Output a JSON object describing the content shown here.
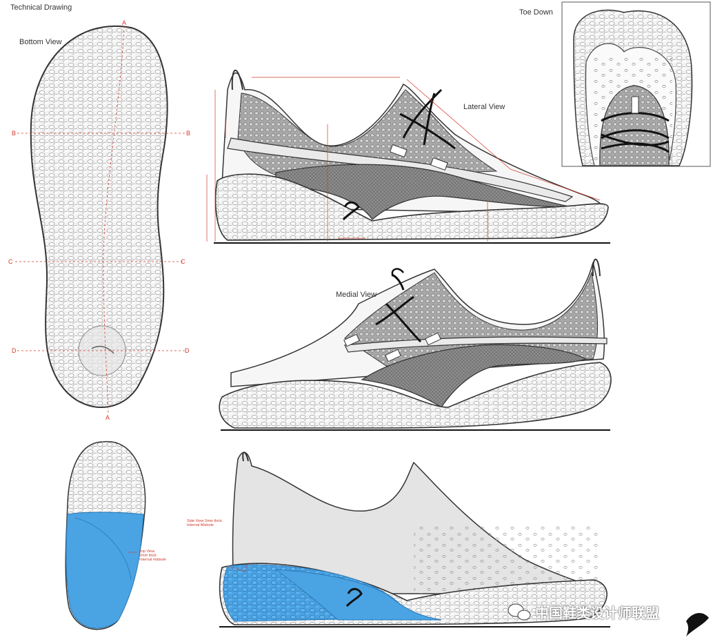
{
  "labels": {
    "technical_drawing": "Technical Drawing",
    "bottom_view": "Bottom View",
    "toe_down": "Toe Down",
    "lateral_view": "Lateral View",
    "medial_view": "Medial View"
  },
  "section_markers": {
    "a_top": "A",
    "a_bottom": "A",
    "b_left": "B",
    "b_right": "B",
    "c_left": "C",
    "c_right": "C",
    "d_left": "D",
    "d_right": "D"
  },
  "notes": {
    "side_view_line1": "Side View 2mm thick",
    "side_view_line2": "Internal Midsole",
    "top_view_line1": "Top View",
    "top_view_line2": "2mm thick",
    "top_view_line3": "Internal midsole"
  },
  "watermark": {
    "text": "中国鞋类设计师联盟"
  },
  "colors": {
    "accent_red": "#d23a2a",
    "midsole_blue": "#4aa3e3",
    "mesh_gray": "#9a9a9a",
    "outline": "#333333"
  }
}
